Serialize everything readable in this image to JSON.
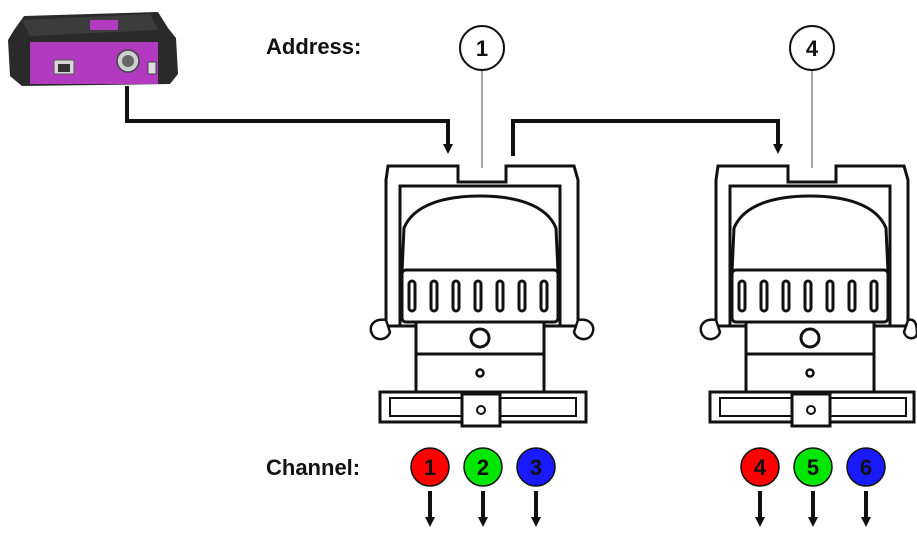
{
  "labels": {
    "address": "Address:",
    "channel": "Channel:"
  },
  "fixtures": [
    {
      "address": "1",
      "channels": [
        {
          "num": "1",
          "color": "#ff0000"
        },
        {
          "num": "2",
          "color": "#00e600"
        },
        {
          "num": "3",
          "color": "#1a1aff"
        }
      ]
    },
    {
      "address": "4",
      "channels": [
        {
          "num": "4",
          "color": "#ff0000"
        },
        {
          "num": "5",
          "color": "#00e600"
        },
        {
          "num": "6",
          "color": "#1a1aff"
        }
      ]
    }
  ],
  "controller": {
    "accent_color": "#b13ac0",
    "icon": "dmx-controller-icon"
  }
}
